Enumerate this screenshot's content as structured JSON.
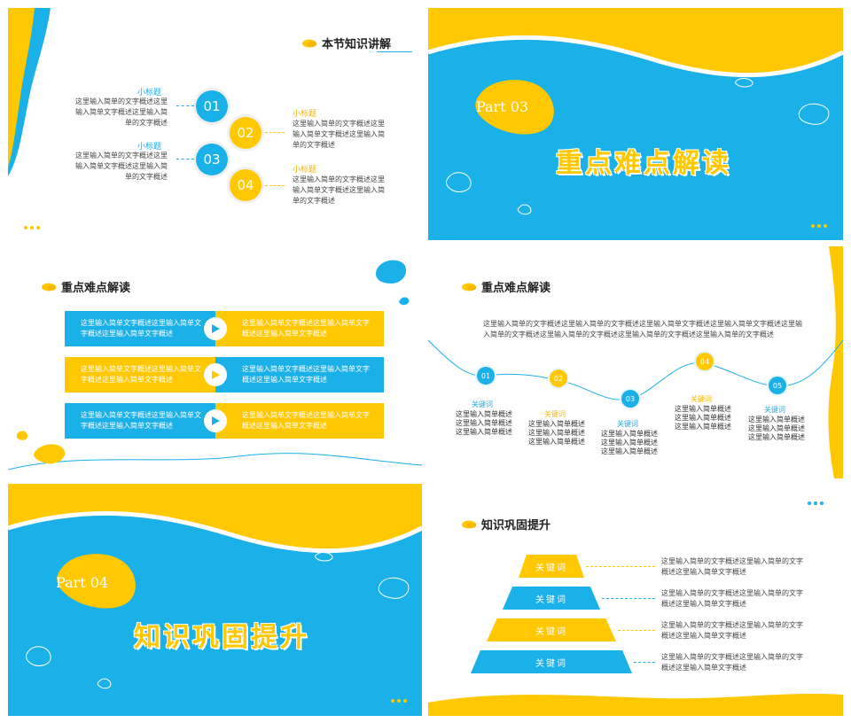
{
  "colors": {
    "blue": "#1ab0e8",
    "yellow": "#ffc800",
    "white": "#ffffff"
  },
  "slide1": {
    "title": "本节知识讲解",
    "items": [
      {
        "num": "01",
        "subtitle": "小标题",
        "body": "这里输入简单的文字概述这里输入简单文字概述这里输入简单的文字概述"
      },
      {
        "num": "02",
        "subtitle": "小标题",
        "body": "这里输入简单的文字概述这里输入简单文字概述这里输入简单的文字概述"
      },
      {
        "num": "03",
        "subtitle": "小标题",
        "body": "这里输入简单的文字概述这里输入简单文字概述这里输入简单的文字概述"
      },
      {
        "num": "04",
        "subtitle": "小标题",
        "body": "这里输入简单的文字概述这里输入简单文字概述这里输入简单的文字概述"
      }
    ]
  },
  "slide2": {
    "part": "Part  03",
    "title": "重点难点解读"
  },
  "slide3": {
    "title": "重点难点解读",
    "rows": [
      {
        "left": "这里输入简单文字概述这里输入简单文字概述这里输入简单文字概述",
        "right": "这里输入简单文字概述这里输入简单文字概述这里输入简单文字概述"
      },
      {
        "left": "这里输入简单文字概述这里输入简单文字概述这里输入简单文字概述",
        "right": "这里输入简单文字概述这里输入简单文字概述这里输入简单文字概述"
      },
      {
        "left": "这里输入简单文字概述这里输入简单文字概述这里输入简单文字概述",
        "right": "这里输入简单文字概述这里输入简单文字概述这里输入简单文字概述"
      }
    ]
  },
  "slide4": {
    "title": "重点难点解读",
    "intro": "这里输入简单的文字概述这里输入简单的文字概述这里输入简单文字概述这里输入简单文字概述这里输入简单的文字概述这里输入简单的文字概述这里输入简单的文字概述这里输入简单的文字概述",
    "points": [
      {
        "num": "01",
        "keyword": "关键词",
        "body": "这里输入简单概述这里输入简单概述这里输入简单概述"
      },
      {
        "num": "02",
        "keyword": "关键词",
        "body": "这里输入简单概述这里输入简单概述这里输入简单概述"
      },
      {
        "num": "03",
        "keyword": "关键词",
        "body": "这里输入简单概述这里输入简单概述这里输入简单概述"
      },
      {
        "num": "04",
        "keyword": "关键词",
        "body": "这里输入简单概述这里输入简单概述这里输入简单概述"
      },
      {
        "num": "05",
        "keyword": "关键词",
        "body": "这里输入简单概述这里输入简单概述这里输入简单概述"
      }
    ]
  },
  "slide5": {
    "part": "Part  04",
    "title": "知识巩固提升"
  },
  "slide6": {
    "title": "知识巩固提升",
    "tiers": [
      {
        "label": "关键词",
        "body": "这里输入简单的文字概述这里输入简单的文字概述这里输入简单文字概述"
      },
      {
        "label": "关键词",
        "body": "这里输入简单的文字概述这里输入简单的文字概述这里输入简单文字概述"
      },
      {
        "label": "关键词",
        "body": "这里输入简单的文字概述这里输入简单的文字概述这里输入简单文字概述"
      },
      {
        "label": "关键词",
        "body": "这里输入简单的文字概述这里输入简单的文字概述这里输入简单文字概述"
      }
    ]
  }
}
